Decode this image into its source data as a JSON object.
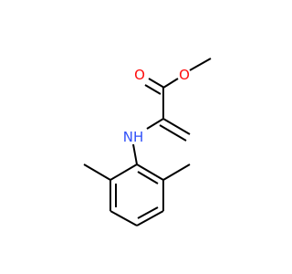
{
  "molecule": {
    "atoms": [
      {
        "id": "O-carbonyl",
        "symbol": "O",
        "color": "#ff0d0d"
      },
      {
        "id": "O-ester",
        "symbol": "O",
        "color": "#ff0d0d"
      },
      {
        "id": "N-amine",
        "symbol": "NH",
        "color": "#3050f8"
      }
    ]
  },
  "colors": {
    "bond": "#000000",
    "oxygen": "#ff0d0d",
    "nitrogen": "#3050f8"
  }
}
